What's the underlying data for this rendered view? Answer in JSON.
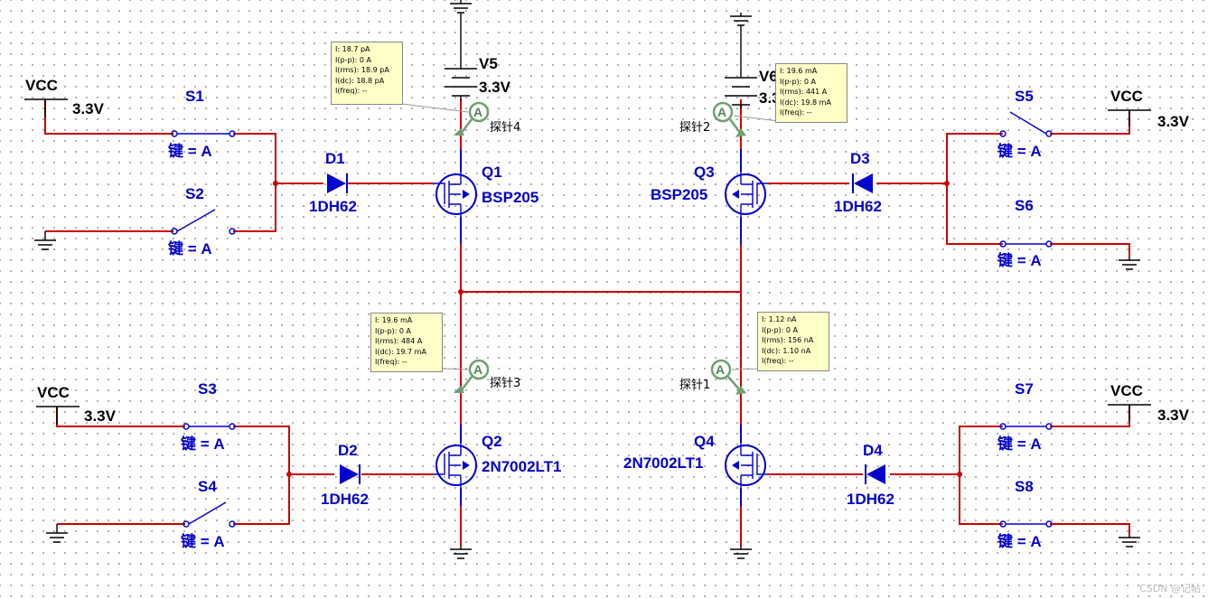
{
  "title": "",
  "components": {
    "vcc": [
      {
        "label": "VCC",
        "value": "3.3V"
      },
      {
        "label": "VCC",
        "value": "3.3V"
      },
      {
        "label": "VCC",
        "value": "3.3V"
      },
      {
        "label": "VCC",
        "value": "3.3V"
      }
    ],
    "batteries": [
      {
        "label": "V5",
        "value": "3.3V"
      },
      {
        "label": "V6",
        "value": "3.3V"
      }
    ],
    "switches": [
      {
        "label": "S1",
        "key": "键 = A"
      },
      {
        "label": "S2",
        "key": "键 = A"
      },
      {
        "label": "S3",
        "key": "键 = A"
      },
      {
        "label": "S4",
        "key": "键 = A"
      },
      {
        "label": "S5",
        "key": "键 = A"
      },
      {
        "label": "S6",
        "key": "键 = A"
      },
      {
        "label": "S7",
        "key": "键 = A"
      },
      {
        "label": "S8",
        "key": "键 = A"
      }
    ],
    "diodes": [
      {
        "label": "D1",
        "model": "1DH62"
      },
      {
        "label": "D2",
        "model": "1DH62"
      },
      {
        "label": "D3",
        "model": "1DH62"
      },
      {
        "label": "D4",
        "model": "1DH62"
      }
    ],
    "mosfets": [
      {
        "label": "Q1",
        "model": "BSP205"
      },
      {
        "label": "Q2",
        "model": "2N7002LT1"
      },
      {
        "label": "Q3",
        "model": "BSP205"
      },
      {
        "label": "Q4",
        "model": "2N7002LT1"
      }
    ],
    "probes": [
      {
        "name": "探针4",
        "icon": "A",
        "readings": [
          "I: 18.7 pA",
          "I(p-p): 0 A",
          "I(rms): 18.9 pA",
          "I(dc): 18.8 pA",
          "I(freq): --"
        ]
      },
      {
        "name": "探针2",
        "icon": "A",
        "readings": [
          "I: 19.6 mA",
          "I(p-p): 0 A",
          "I(rms): 441 A",
          "I(dc): 19.8 mA",
          "I(freq): --"
        ]
      },
      {
        "name": "探针3",
        "icon": "A",
        "readings": [
          "I: 19.6 mA",
          "I(p-p): 0 A",
          "I(rms): 484 A",
          "I(dc): 19.7 mA",
          "I(freq): --"
        ]
      },
      {
        "name": "探针1",
        "icon": "A",
        "readings": [
          "I: 1.12 nA",
          "I(p-p): 0 A",
          "I(rms): 156 nA",
          "I(dc): 1.10 nA",
          "I(freq): --"
        ]
      }
    ]
  },
  "watermark": "CSDN @记帖",
  "colors": {
    "wire": "#cc0000",
    "component": "#0000cc",
    "probe": "#70a070",
    "tooltip_bg": "#ffffc8"
  }
}
